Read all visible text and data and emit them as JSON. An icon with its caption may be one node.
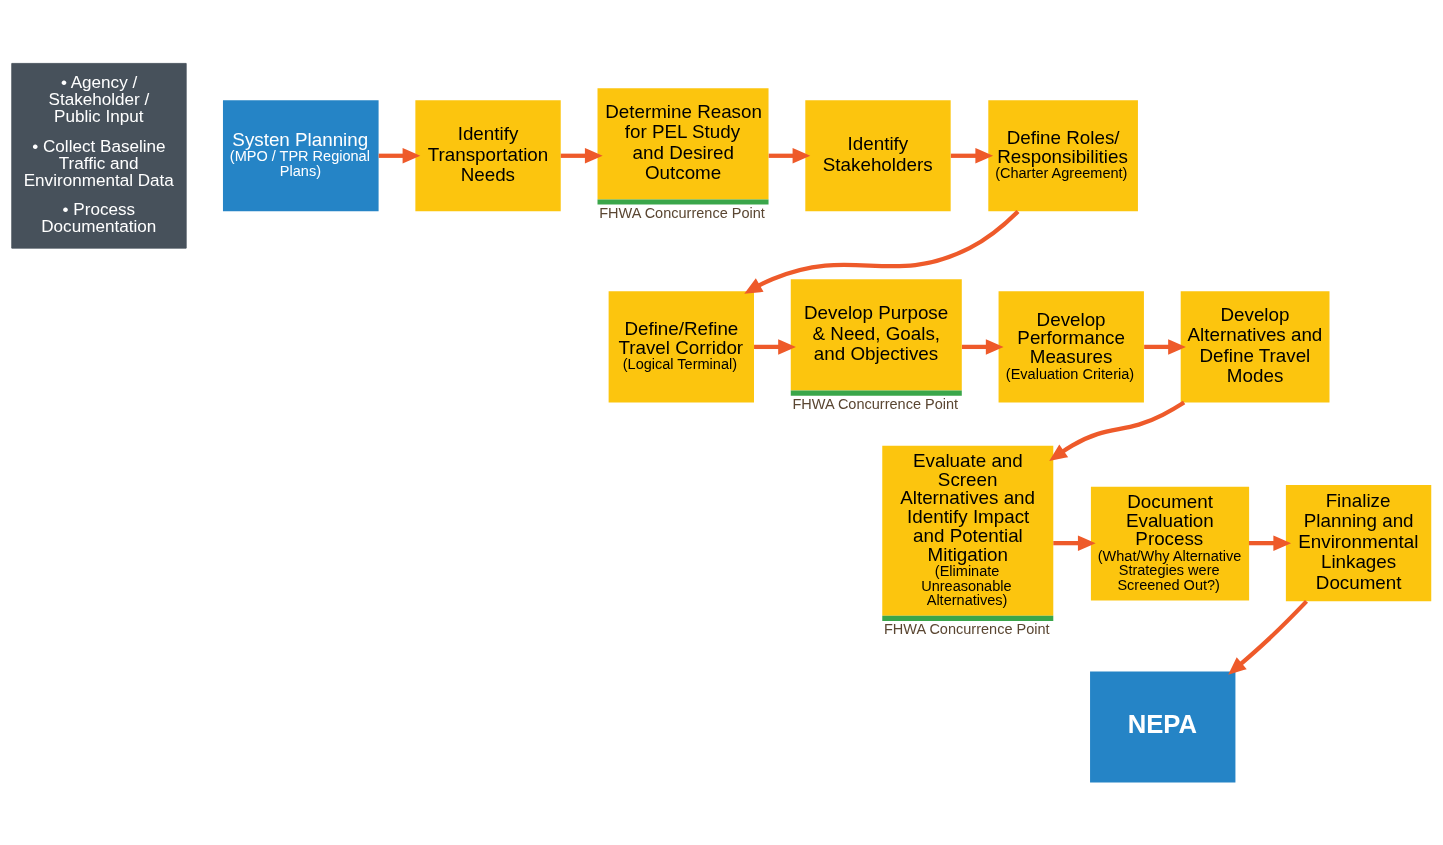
{
  "diagram": {
    "nodes": [
      {
        "text": [
          "Systen Planning",
          "(MPO / TPR Regional Plans)"
        ]
      },
      {
        "text": [
          "Identify Transportation Needs"
        ]
      },
      {
        "text": [
          "Determine Reason for PEL Study and Desired Outcome"
        ],
        "beside": [
          "FHWA Concurrence Point"
        ]
      },
      {
        "text": [
          "Identify Stakeholders"
        ]
      },
      {
        "text": [
          "Define Roles/ Responsibilities",
          "(Charter Agreement)"
        ]
      },
      {
        "text": [
          "Define/Refine Travel Corridor",
          "(Logical Terminal)"
        ]
      },
      {
        "text": [
          "Develop Purpose & Need, Goals, and Objectives"
        ],
        "beside": [
          "FHWA Concurrence Point"
        ]
      },
      {
        "text": [
          "Develop Performance Measures",
          "(Evaluation Criteria)"
        ]
      },
      {
        "text": [
          "Develop Alternatives and Define Travel Modes"
        ]
      },
      {
        "text": [
          "Evaluate and Screen Alternatives and Identify Impact and Potential Mitigation",
          "(Eliminate Unreasonable Alternatives)"
        ],
        "beside": [
          "FHWA Concurrence Point"
        ]
      },
      {
        "text": [
          "Document Evaluation Process",
          "(What/Why Alternative Strategies were Screened Out?)"
        ]
      },
      {
        "text": [
          "Finalize Planning and Environmental Linkages Document"
        ]
      },
      {
        "text": [
          "NEPA"
        ]
      },
      {
        "text": [
          "• Agency / Stakeholder / Public Input",
          "• Collect Baseline Traffic and Environmental Data",
          "• Process Documentation"
        ]
      }
    ],
    "edges": [
      {
        "from": 0,
        "to": 1,
        "arrow": "to"
      },
      {
        "from": 1,
        "to": 2,
        "arrow": "to"
      },
      {
        "from": 2,
        "to": 3,
        "arrow": "to"
      },
      {
        "from": 3,
        "to": 4,
        "arrow": "to"
      },
      {
        "from": 4,
        "to": 5,
        "arrow": "to"
      },
      {
        "from": 5,
        "to": 6,
        "arrow": "to"
      },
      {
        "from": 6,
        "to": 7,
        "arrow": "to"
      },
      {
        "from": 7,
        "to": 8,
        "arrow": "to"
      },
      {
        "from": 8,
        "to": 9,
        "arrow": "to"
      },
      {
        "from": 9,
        "to": 10,
        "arrow": "to"
      },
      {
        "from": 10,
        "to": 11,
        "arrow": "to"
      },
      {
        "from": 11,
        "to": 12,
        "arrow": "to"
      }
    ]
  }
}
